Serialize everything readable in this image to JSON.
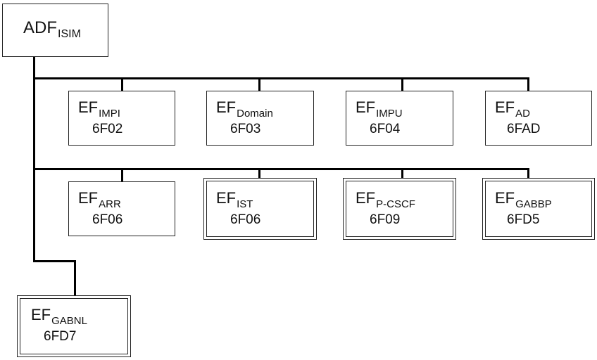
{
  "root": {
    "name": "ADF",
    "subscript": "ISIM"
  },
  "row1": [
    {
      "name": "EF",
      "subscript": "IMPI",
      "code": "6F02"
    },
    {
      "name": "EF",
      "subscript": "Domain",
      "code": "6F03"
    },
    {
      "name": "EF",
      "subscript": "IMPU",
      "code": "6F04"
    },
    {
      "name": "EF",
      "subscript": "AD",
      "code": "6FAD"
    }
  ],
  "row2": [
    {
      "name": "EF",
      "subscript": "ARR",
      "code": "6F06"
    },
    {
      "name": "EF",
      "subscript": "IST",
      "code": "6F06"
    },
    {
      "name": "EF",
      "subscript": "P-CSCF",
      "code": "6F09"
    },
    {
      "name": "EF",
      "subscript": "GABBP",
      "code": "6FD5"
    }
  ],
  "row3": [
    {
      "name": "EF",
      "subscript": "GABNL",
      "code": "6FD7"
    }
  ]
}
